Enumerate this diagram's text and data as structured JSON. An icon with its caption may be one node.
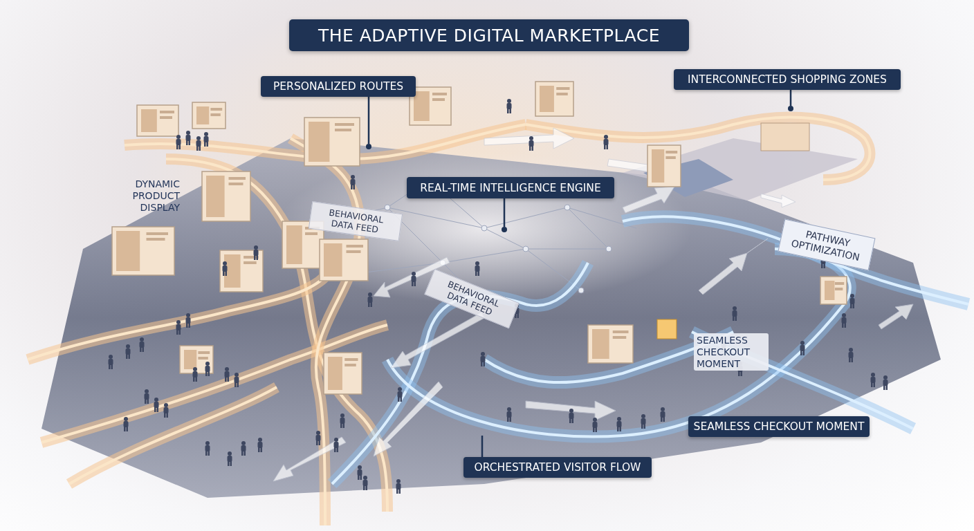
{
  "diagram": {
    "title": "THE ADAPTIVE DIGITAL MARKETPLACE",
    "nodes": [
      {
        "text": [
          "PERSONALIZED ROUTES"
        ]
      },
      {
        "text": [],
        "shape": "circle"
      },
      {
        "text": [
          "INTERCONNECTED SHOPPING ZONES"
        ]
      },
      {
        "text": [],
        "shape": "circle"
      },
      {
        "text": [
          "REAL-TIME INTELLIGENCE ENGINE"
        ]
      },
      {
        "text": [],
        "shape": "circle"
      },
      {
        "text": [
          "ORCHESTRATED VISITOR FLOW"
        ]
      },
      {
        "text": [
          "SEAMLESS CHECKOUT MOMENT"
        ]
      }
    ],
    "edges": [
      {
        "from": 0,
        "to": 1,
        "arrow": "none"
      },
      {
        "from": 2,
        "to": 3,
        "arrow": "none"
      },
      {
        "from": 4,
        "to": 5,
        "arrow": "none"
      },
      {
        "from": 6,
        "to": null,
        "arrow": "none"
      }
    ],
    "labels": [
      "DYNAMIC PRODUCT DISPLAY",
      "BEHAVIORAL DATA FEED",
      "BEHAVIORAL DATA FEED",
      "PATHWAY OPTIMIZATION",
      "SEAMLESS CHECKOUT MOMENT"
    ]
  }
}
